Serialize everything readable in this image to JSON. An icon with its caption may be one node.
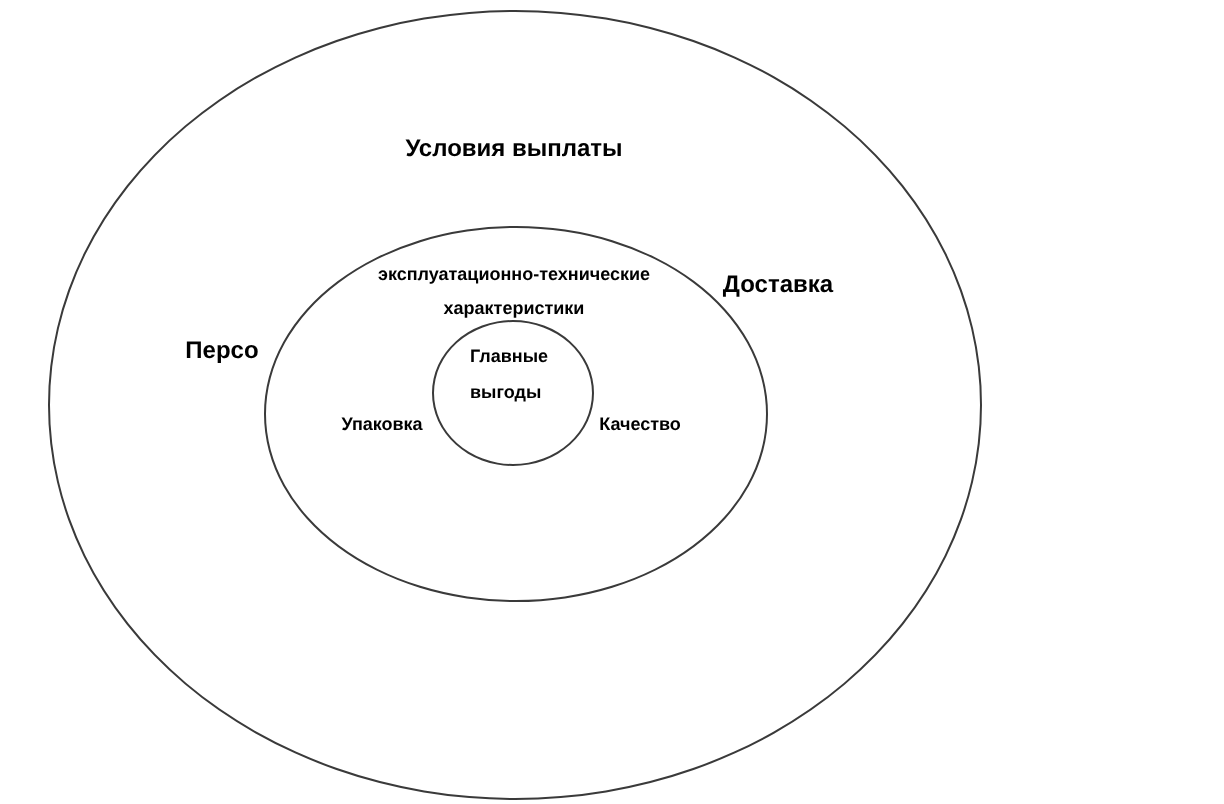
{
  "diagram": {
    "nodes": [
      {
        "text": [
          "Условия выплаты",
          "Доставка",
          "Персо"
        ]
      },
      {
        "text": [
          "эксплуатационно-технические характеристики",
          "Упаковка",
          "Качество"
        ],
        "in": 0
      },
      {
        "text": [
          "Главные выгоды"
        ],
        "in": 1
      }
    ]
  }
}
